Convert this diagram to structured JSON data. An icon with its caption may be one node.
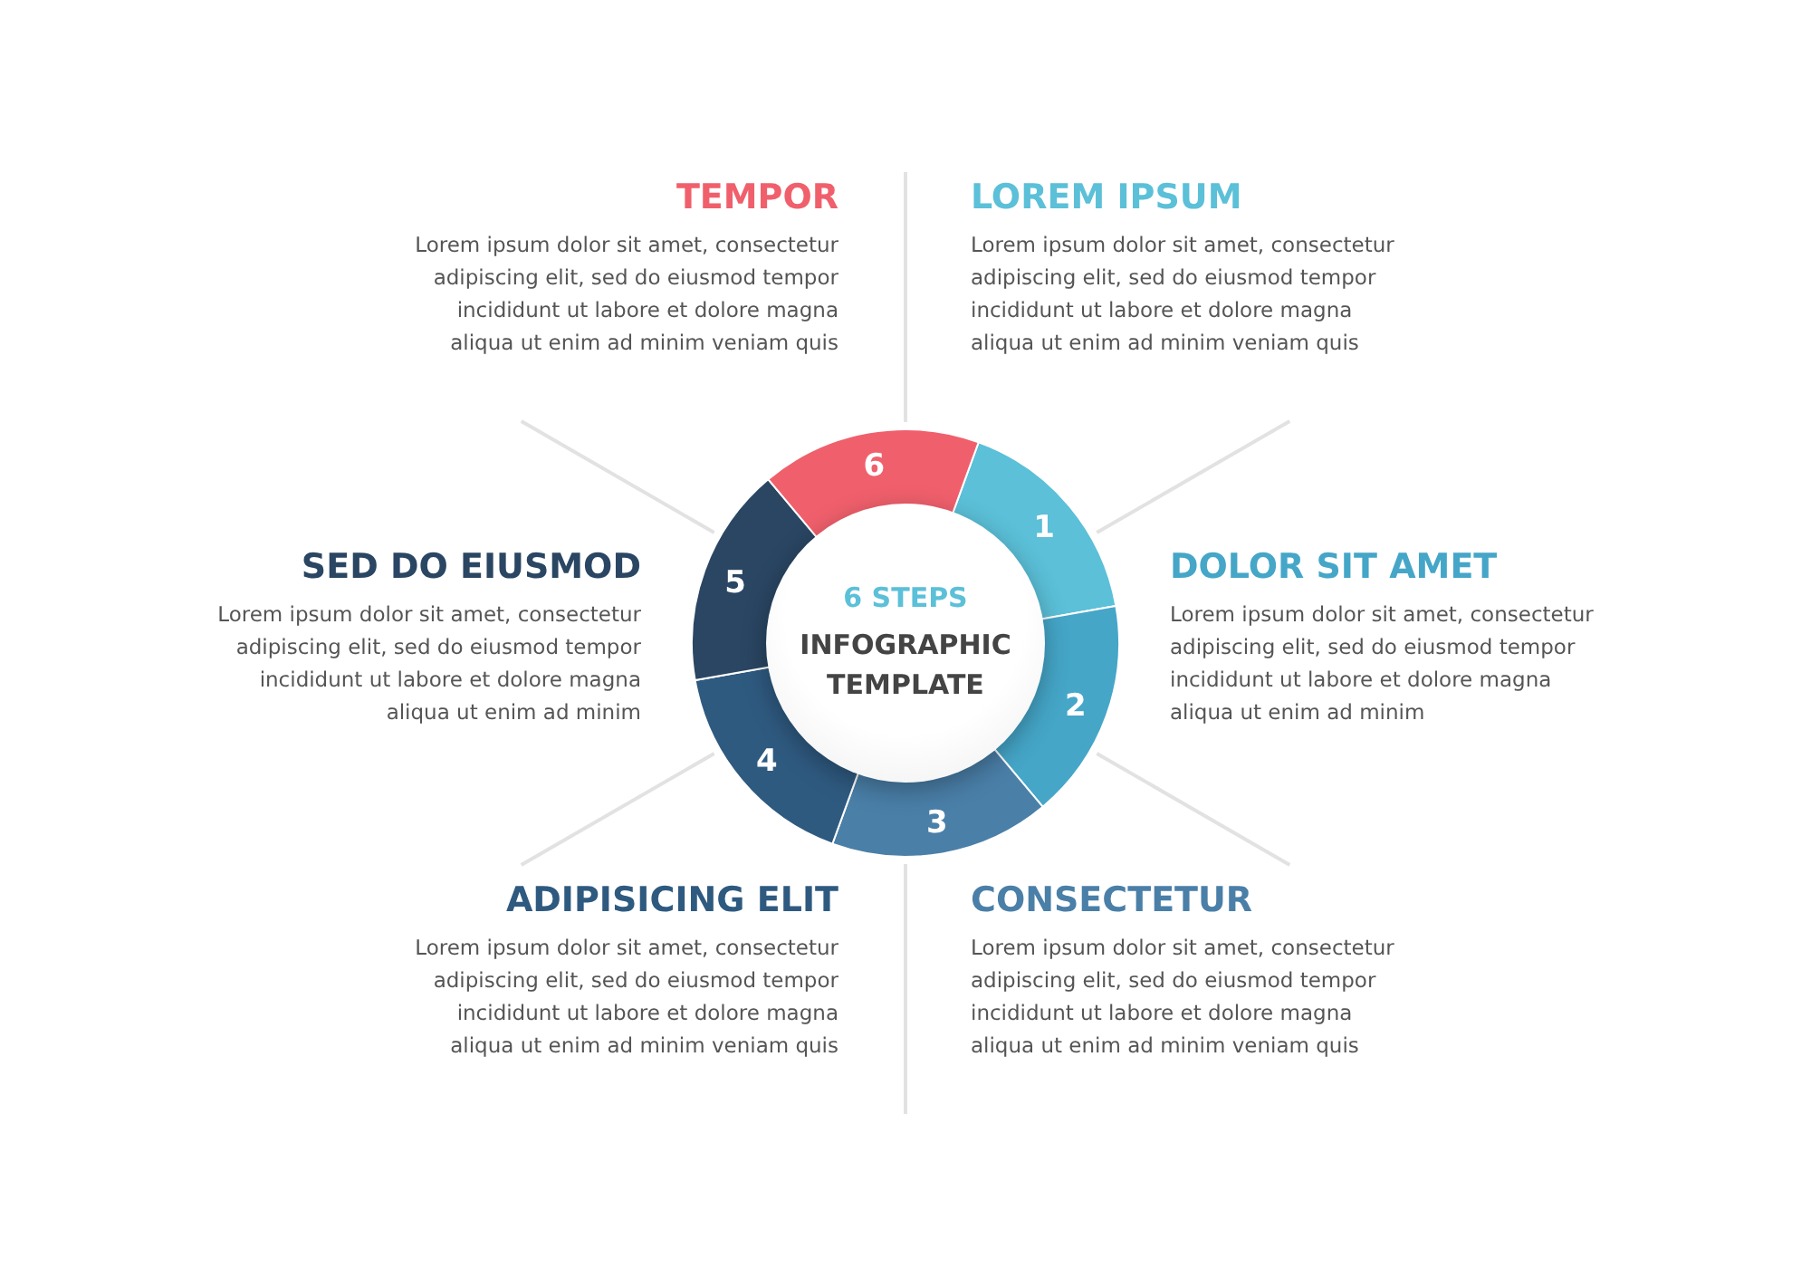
{
  "diagram": {
    "nodes": [
      {
        "text": [
          "1"
        ],
        "beside": [
          "LOREM IPSUM",
          "Lorem ipsum dolor sit amet, consectetur adipiscing elit, sed do eiusmod tempor incididunt ut labore et dolore magna aliqua ut enim ad minim veniam quis"
        ]
      },
      {
        "text": [
          "2"
        ],
        "beside": [
          "DOLOR SIT AMET",
          "Lorem ipsum dolor sit amet, consectetur adipiscing elit, sed do eiusmod tempor incididunt ut labore et dolore magna aliqua ut enim ad minim"
        ]
      },
      {
        "text": [
          "3"
        ],
        "beside": [
          "CONSECTETUR",
          "Lorem ipsum dolor sit amet, consectetur adipiscing elit, sed do eiusmod tempor incididunt ut labore et dolore magna aliqua ut enim ad minim veniam quis"
        ]
      },
      {
        "text": [
          "4"
        ],
        "beside": [
          "ADIPISICING ELIT",
          "Lorem ipsum dolor sit amet, consectetur adipiscing elit, sed do eiusmod tempor incididunt ut labore et dolore magna aliqua ut enim ad minim veniam quis"
        ]
      },
      {
        "text": [
          "5"
        ],
        "beside": [
          "SED DO EIUSMOD",
          "Lorem ipsum dolor sit amet, consectetur adipiscing elit, sed do eiusmod tempor incididunt ut labore et dolore magna aliqua ut enim ad minim"
        ]
      },
      {
        "text": [
          "6"
        ],
        "beside": [
          "TEMPOR",
          "Lorem ipsum dolor sit amet, consectetur adipiscing elit, sed do eiusmod tempor incididunt ut labore et dolore magna aliqua ut enim ad minim veniam quis"
        ]
      },
      {
        "text": [
          "6 STEPS",
          "INFOGRAPHIC TEMPLATE"
        ]
      }
    ]
  }
}
